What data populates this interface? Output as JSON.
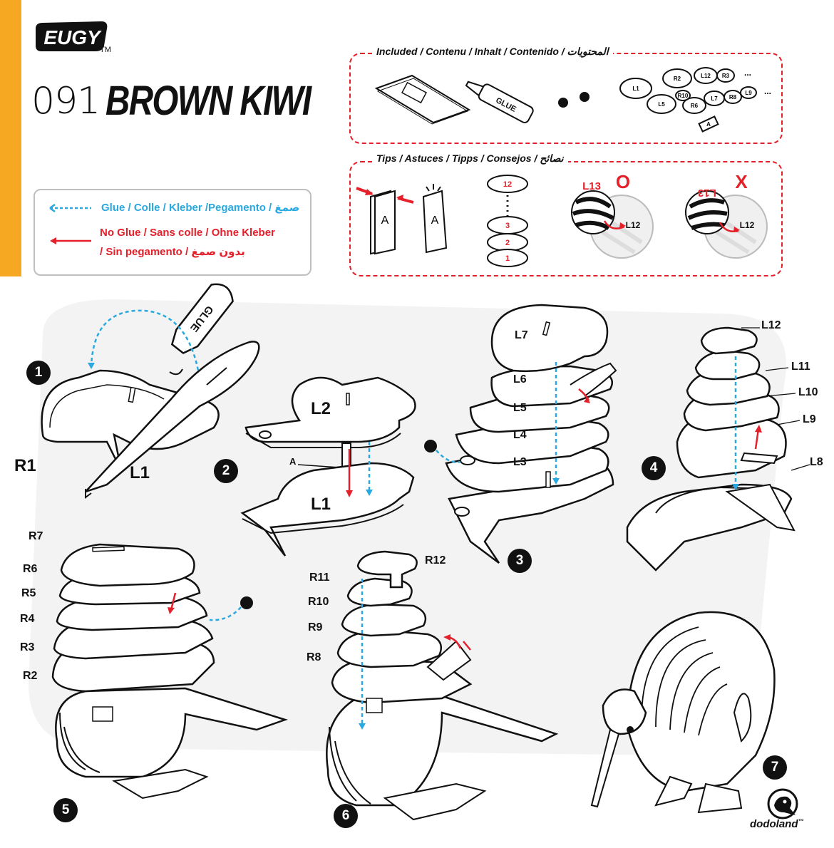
{
  "brand": {
    "logo_text": "EUGY",
    "tm": "TM"
  },
  "product": {
    "number": "091",
    "name": "BROWN KIWI"
  },
  "legend": {
    "glue": "Glue / Colle / Kleber /Pegamento / صمغ",
    "no_glue_line1": "No Glue / Sans colle / Ohne Kleber",
    "no_glue_line2": "/ Sin pegamento / بدون صمغ"
  },
  "included": {
    "title": "Included / Contenu / Inhalt / Contenido / المحتويات",
    "glue_label": "GLUE",
    "disc_labels": [
      "L1",
      "R2",
      "L12",
      "R3",
      "L5",
      "R6",
      "L7",
      "R8",
      "L9",
      "R10",
      "A"
    ],
    "ellipsis": "..."
  },
  "tips": {
    "title": "Tips / Astuces / Tipps /  Consejos / نصائح",
    "card_letter": "A",
    "stack_numbers": [
      "12",
      "3",
      "2",
      "1"
    ],
    "correct": {
      "part": "L13",
      "mark": "O",
      "target": "L12"
    },
    "wrong": {
      "part": "L13",
      "mark": "X",
      "target": "L12"
    }
  },
  "steps": [
    {
      "num": "1",
      "parts": [
        "R1",
        "L1"
      ],
      "glue_label": "GLUE"
    },
    {
      "num": "2",
      "parts": [
        "L2",
        "A",
        "L1"
      ]
    },
    {
      "num": "3",
      "parts": [
        "L7",
        "L6",
        "L5",
        "L4",
        "L3"
      ]
    },
    {
      "num": "4",
      "parts": [
        "L12",
        "L11",
        "L10",
        "L9",
        "L8"
      ]
    },
    {
      "num": "5",
      "parts": [
        "R7",
        "R6",
        "R5",
        "R4",
        "R3",
        "R2"
      ]
    },
    {
      "num": "6",
      "parts": [
        "R12",
        "R11",
        "R10",
        "R9",
        "R8"
      ]
    },
    {
      "num": "7",
      "parts": []
    }
  ],
  "footer": {
    "maker": "dodoland",
    "tm": "™"
  },
  "colors": {
    "accent": "#F7A823",
    "glue": "#29A9E0",
    "no_glue": "#E4202A",
    "border": "#bfbfbf"
  }
}
